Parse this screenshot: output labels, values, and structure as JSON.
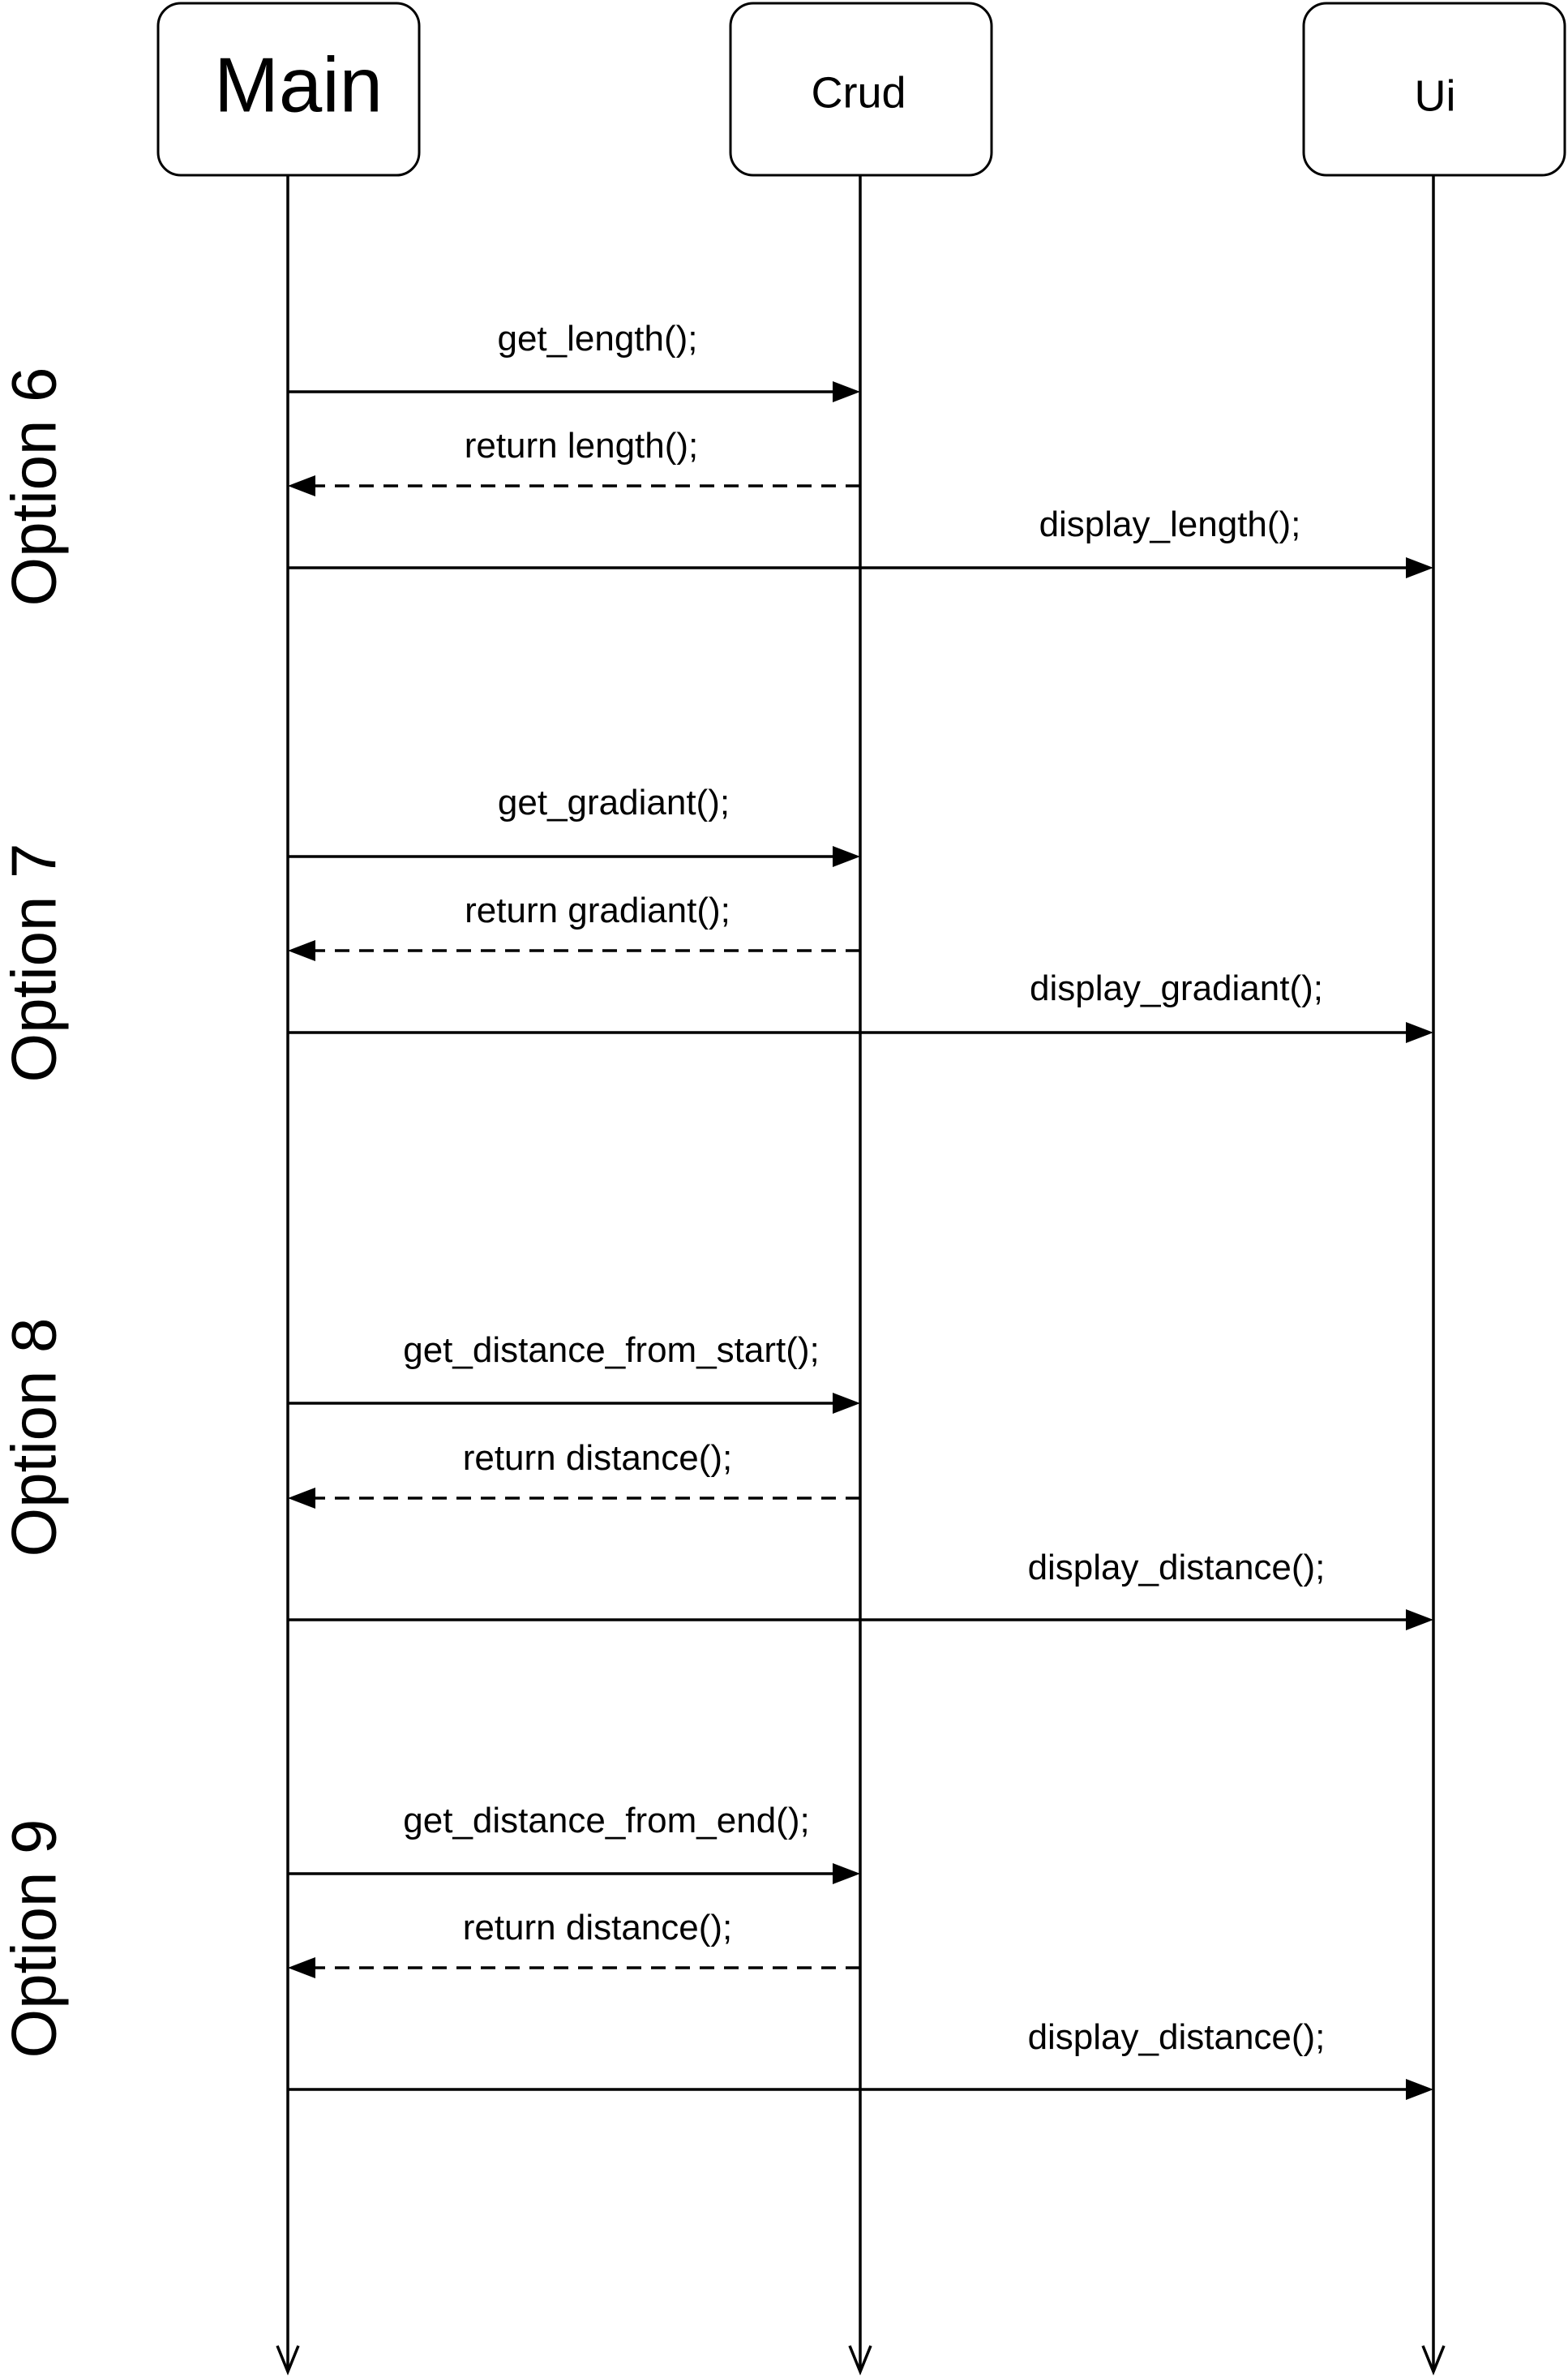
{
  "participants": [
    {
      "id": "main",
      "label": "Main"
    },
    {
      "id": "crud",
      "label": "Crud"
    },
    {
      "id": "ui",
      "label": "Ui"
    }
  ],
  "sections": [
    {
      "label": "Option 6",
      "messages": [
        {
          "from": "main",
          "to": "crud",
          "label": "get_length();",
          "style": "solid"
        },
        {
          "from": "crud",
          "to": "main",
          "label": "return length();",
          "style": "dashed"
        },
        {
          "from": "main",
          "to": "ui",
          "label": "display_length();",
          "style": "solid"
        }
      ]
    },
    {
      "label": "Option 7",
      "messages": [
        {
          "from": "main",
          "to": "crud",
          "label": "get_gradiant();",
          "style": "solid"
        },
        {
          "from": "crud",
          "to": "main",
          "label": "return gradiant();",
          "style": "dashed"
        },
        {
          "from": "main",
          "to": "ui",
          "label": "display_gradiant();",
          "style": "solid"
        }
      ]
    },
    {
      "label": "Option 8",
      "messages": [
        {
          "from": "main",
          "to": "crud",
          "label": "get_distance_from_start();",
          "style": "solid"
        },
        {
          "from": "crud",
          "to": "main",
          "label": "return distance();",
          "style": "dashed"
        },
        {
          "from": "main",
          "to": "ui",
          "label": "display_distance();",
          "style": "solid"
        }
      ]
    },
    {
      "label": "Option 9",
      "messages": [
        {
          "from": "main",
          "to": "crud",
          "label": "get_distance_from_end();",
          "style": "solid"
        },
        {
          "from": "crud",
          "to": "main",
          "label": "return distance();",
          "style": "dashed"
        },
        {
          "from": "main",
          "to": "ui",
          "label": "display_distance();",
          "style": "solid"
        }
      ]
    }
  ]
}
